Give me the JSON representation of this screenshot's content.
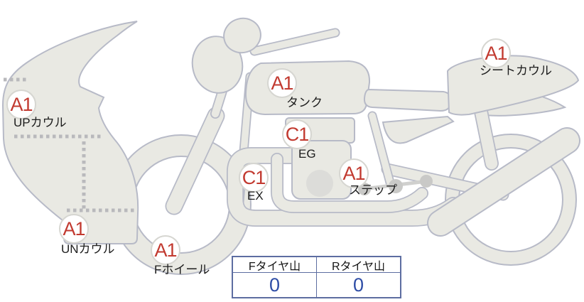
{
  "diagram": {
    "parts": [
      {
        "id": "up-cowl",
        "grade": "A1",
        "label": "UPカウル"
      },
      {
        "id": "un-cowl",
        "grade": "A1",
        "label": "UNカウル"
      },
      {
        "id": "front-wheel",
        "grade": "A1",
        "label": "Fホイール"
      },
      {
        "id": "tank",
        "grade": "A1",
        "label": "タンク"
      },
      {
        "id": "engine",
        "grade": "C1",
        "label": "EG"
      },
      {
        "id": "exhaust",
        "grade": "C1",
        "label": "EX"
      },
      {
        "id": "step",
        "grade": "A1",
        "label": "ステップ"
      },
      {
        "id": "seat-cowl",
        "grade": "A1",
        "label": "シートカウル"
      }
    ]
  },
  "tire_table": {
    "headers": [
      "Fタイヤ山",
      "Rタイヤ山"
    ],
    "values": [
      "0",
      "0"
    ]
  },
  "colors": {
    "grade_text": "#c23a30",
    "part_fill": "#e9e9e3",
    "part_stroke": "#b7bac7",
    "label_text": "#1d1d1d",
    "table_border": "#5d6da1",
    "table_value_text": "#2e4da6",
    "badge_border": "#d6d6d1",
    "dotted_line": "#b9b9bc"
  }
}
